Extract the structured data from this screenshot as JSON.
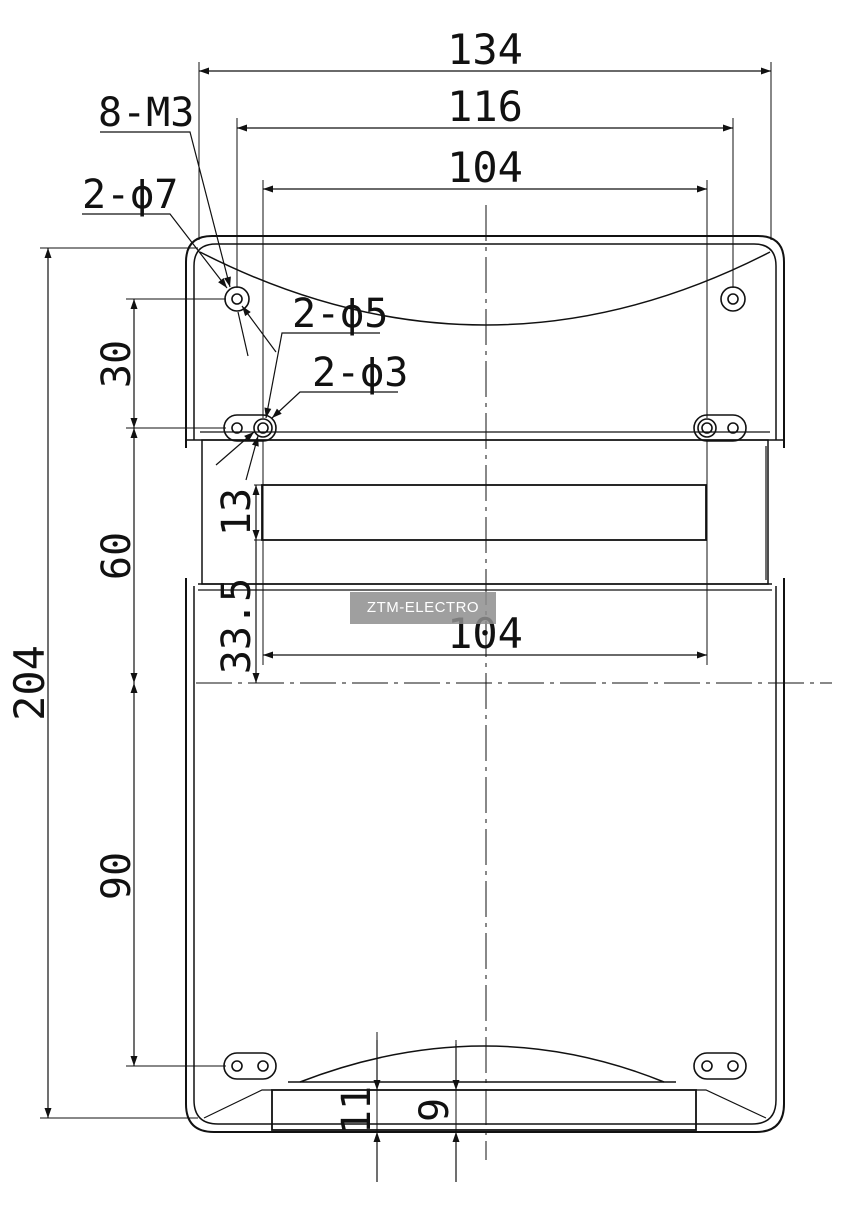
{
  "dimensions": {
    "overall_width": "134",
    "mount_width": "116",
    "hole_spacing_top": "104",
    "hole_spacing_mid": "104",
    "overall_height": "204",
    "h_30": "30",
    "h_60": "60",
    "h_90": "90",
    "h_13": "13",
    "h_33_5": "33.5",
    "h_11": "11",
    "h_9": "9"
  },
  "callouts": {
    "screws": "8-M3",
    "holes_7": "2-ϕ7",
    "holes_5": "2-ϕ5",
    "holes_3": "2-ϕ3"
  },
  "watermark": "ZTM-ELECTRO",
  "colors": {
    "line": "#111111",
    "background": "#ffffff",
    "watermark_bg": "#8f8f8f"
  }
}
